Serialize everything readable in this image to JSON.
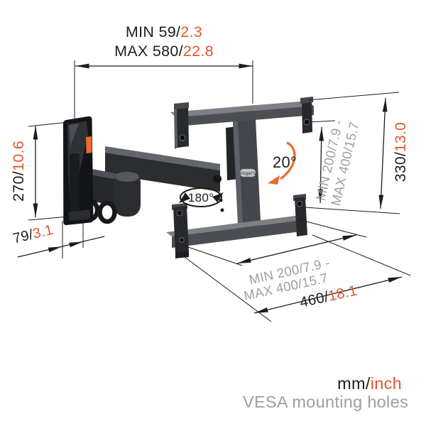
{
  "labels": {
    "top_dim": {
      "min_mm": "MIN 59/",
      "min_inch": "2.3",
      "max_mm": "MAX 580/",
      "max_inch": "22.8"
    },
    "height_dim": {
      "mm": "270/",
      "inch": "10.6"
    },
    "depth_dim": {
      "mm": "79/",
      "inch": "3.1"
    },
    "bracket_height_dim": {
      "mm": "330/",
      "inch": "13.0"
    },
    "width_dim": {
      "mm": "460/",
      "inch": "18.1"
    },
    "vesa_side": {
      "line1": "MIN 200/7.9 -",
      "line2": "MAX 400/15.7"
    },
    "vesa_bottom": {
      "line1": "MIN 200/7.9 -",
      "line2": "MAX 400/15.7"
    },
    "swivel_angle": "180°",
    "tilt_angle": "20°",
    "logo": "Vogel's",
    "footer": {
      "units_mm": "mm/",
      "units_inch": "inch",
      "caption": "VESA mounting holes"
    }
  },
  "colors": {
    "accent": "#e2572c",
    "accent_bright": "#ec6a2f",
    "gray_text": "#9b9ea3",
    "line": "#1d1d1b"
  }
}
